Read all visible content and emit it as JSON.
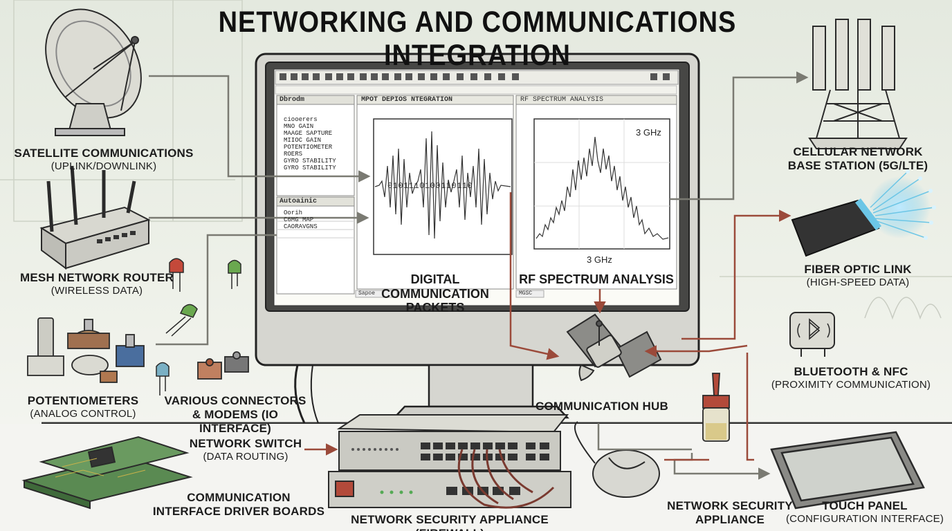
{
  "title": "NETWORKING AND COMMUNICATIONS INTEGRATION",
  "components": {
    "satellite": {
      "title": "SATELLITE COMMUNICATIONS",
      "subtitle": "(UPLINK/DOWNLINK)"
    },
    "router": {
      "title": "MESH NETWORK ROUTER",
      "subtitle": "(WIRELESS DATA)"
    },
    "potentiometers": {
      "title": "POTENTIOMETERS",
      "subtitle": "(ANALOG CONTROL)"
    },
    "connectors": {
      "title": "VARIOUS CONNECTORS",
      "subtitle": "& MODEMS (IO INTERFACE)"
    },
    "switch": {
      "title": "NETWORK SWITCH",
      "subtitle": "(DATA ROUTING)"
    },
    "driver_boards": {
      "title": "COMMUNICATION",
      "subtitle": "INTERFACE DRIVER BOARDS"
    },
    "firewall": {
      "title": "NETWORK SECURITY APPLIANCE (FIREWALL)"
    },
    "cellular": {
      "title": "CELLULAR NETWORK",
      "subtitle": "BASE STATION (5G/LTE)"
    },
    "fiber": {
      "title": "FIBER OPTIC LINK",
      "subtitle": "(HIGH-SPEED DATA)"
    },
    "bluetooth": {
      "title": "BLUETOOTH & NFC",
      "subtitle": "(PROXIMITY COMMUNICATION)"
    },
    "hub": {
      "title": "COMMUNICATION HUB"
    },
    "security": {
      "title": "NETWORK SECURITY",
      "subtitle": "APPLIANCE"
    },
    "touch_panel": {
      "title": "TOUCH PANEL",
      "subtitle": "(CONFIGURATION INTERFACE)"
    }
  },
  "screen": {
    "left_panel_title": "Dbrodm",
    "tree_items": [
      "ciooerers",
      "MNO GAIN",
      "MAAGE SAPTURE",
      "MIIOC GAIN",
      "POTENTIOMETER",
      "ROERS",
      "GYRO STABILITY",
      "GYRO STABILITY"
    ],
    "props_title": "Autoainic",
    "props_items": [
      "Oorih",
      "C6MG MAP",
      "CAORAVGNS"
    ],
    "center_window_title": "MPOT DEPIOS NTEGRATION",
    "right_window_title": "RF SPECTRUM ANALYSIS",
    "bit_string": "0101110100110110",
    "digital_caption_1": "DIGITAL COMMUNICATION",
    "digital_caption_2": "PACKETS",
    "rf_caption": "RF SPECTRUM ANALYSIS",
    "freq_label_top": "3 GHz",
    "freq_label_bottom": "3 GHz",
    "status_left": "Sapoe",
    "status_right": "MGSC"
  },
  "colors": {
    "line_gray": "#7a7a72",
    "arrow_red": "#9b4a3a",
    "ink": "#1c1c1c",
    "screen_bg": "#fbfbf6",
    "monitor": "#4a4a48",
    "pcb": "#5a8a52",
    "led_red": "#c4493a",
    "led_green": "#6aa84f",
    "fiber_glow": "#6cc6e6"
  }
}
